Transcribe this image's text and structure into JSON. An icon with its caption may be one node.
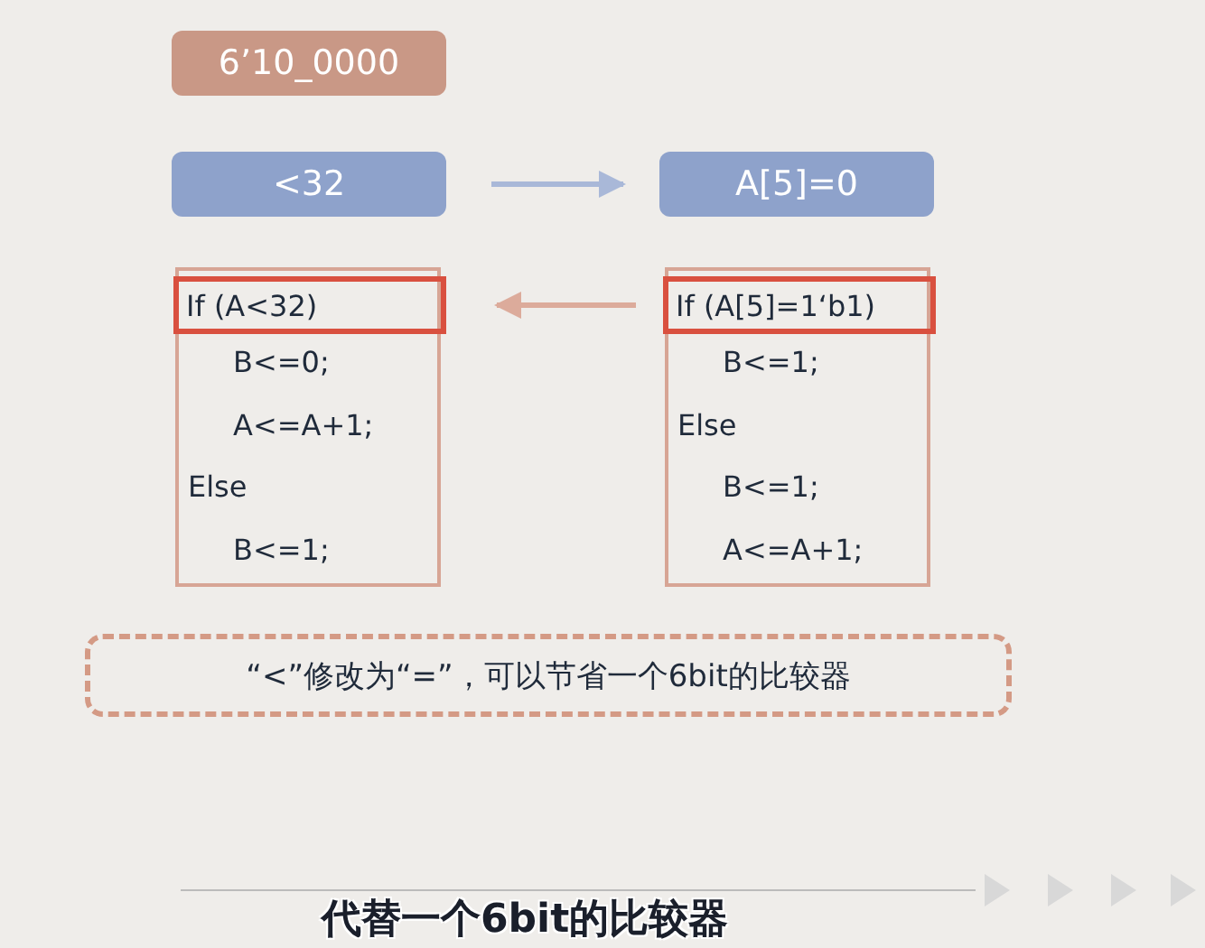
{
  "diagram": {
    "nodes": [
      {
        "text": [
          "6’10_0000"
        ]
      },
      {
        "text": [
          "<32"
        ]
      },
      {
        "text": [
          "A[5]=0"
        ]
      },
      {
        "text": [
          "B<=0;",
          "A<=A+1;",
          "Else",
          "B<=1;"
        ]
      },
      {
        "text": [
          "If (A<32)"
        ],
        "in": 3
      },
      {
        "text": [
          "B<=1;",
          "Else",
          "B<=1;",
          "A<=A+1;"
        ]
      },
      {
        "text": [
          "If (A[5]=1‘b1)"
        ],
        "in": 5
      },
      {
        "text": [
          "“<”修改为“=”，可以节省一个6bit的比较器"
        ]
      }
    ],
    "edges": [
      {
        "from": 1,
        "to": 2,
        "arrow": "to",
        "color": "#a9b8d8"
      },
      {
        "from": 6,
        "to": 4,
        "arrow": "to",
        "color": "#dcab9b"
      }
    ],
    "labels": [
      "代替一个6bit的比较器"
    ]
  }
}
